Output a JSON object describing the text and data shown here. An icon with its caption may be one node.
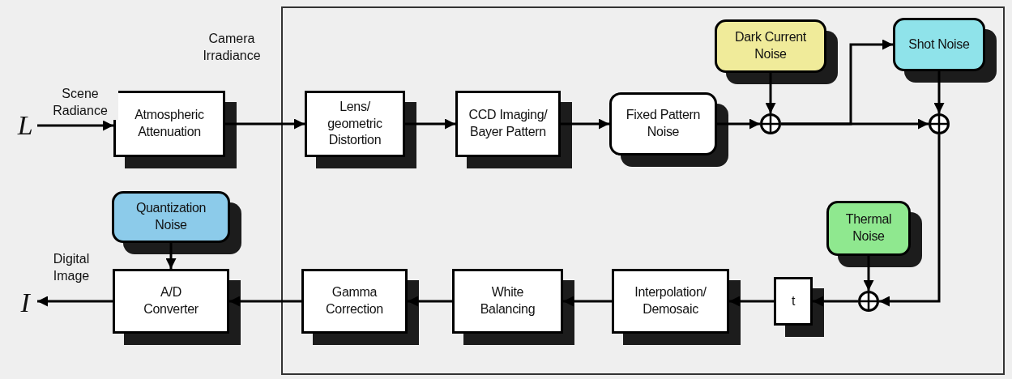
{
  "diagram": {
    "nodes": [
      {
        "text": [
          "L"
        ]
      },
      {
        "text": [
          "Atmospheric Attenuation"
        ]
      },
      {
        "text": [],
        "shape": "box"
      },
      {
        "text": [
          "Lens/ geometric Distortion"
        ],
        "in": 2
      },
      {
        "text": [
          "CCD Imaging/ Bayer Pattern"
        ],
        "in": 2
      },
      {
        "text": [
          "Fixed Pattern Noise"
        ],
        "in": 2
      },
      {
        "text": [
          "Dark Current Noise"
        ],
        "in": 2
      },
      {
        "text": [],
        "shape": "circle",
        "in": 2
      },
      {
        "text": [
          "Shot Noise"
        ],
        "in": 2
      },
      {
        "text": [],
        "shape": "circle",
        "in": 2
      },
      {
        "text": [
          "Thermal Noise"
        ],
        "in": 2
      },
      {
        "text": [],
        "shape": "circle",
        "in": 2
      },
      {
        "text": [
          "t"
        ],
        "in": 2
      },
      {
        "text": [
          "Interpolation/ Demosaic"
        ],
        "in": 2
      },
      {
        "text": [
          "White Balancing"
        ],
        "in": 2
      },
      {
        "text": [
          "Gamma Correction"
        ],
        "in": 2
      },
      {
        "text": [
          "Quantization Noise"
        ]
      },
      {
        "text": [
          "A/D Converter"
        ]
      },
      {
        "text": [
          "I"
        ]
      }
    ],
    "edges": [
      {
        "from": 0,
        "to": 1,
        "arrow": "to",
        "label": "Scene Radiance"
      },
      {
        "from": 1,
        "to": 3,
        "arrow": "to"
      },
      {
        "from": 3,
        "to": 4,
        "arrow": "to"
      },
      {
        "from": 4,
        "to": 5,
        "arrow": "to"
      },
      {
        "from": 5,
        "to": 7,
        "arrow": "to"
      },
      {
        "from": 6,
        "to": 7,
        "arrow": "to"
      },
      {
        "from": 7,
        "to": 9,
        "arrow": "to"
      },
      {
        "from": 7,
        "to": 8,
        "arrow": "to"
      },
      {
        "from": 8,
        "to": 9,
        "arrow": "to"
      },
      {
        "from": 9,
        "to": 11,
        "arrow": "to"
      },
      {
        "from": 10,
        "to": 11,
        "arrow": "to"
      },
      {
        "from": 11,
        "to": 12,
        "arrow": "to"
      },
      {
        "from": 12,
        "to": 13,
        "arrow": "to"
      },
      {
        "from": 13,
        "to": 14,
        "arrow": "to"
      },
      {
        "from": 14,
        "to": 15,
        "arrow": "to"
      },
      {
        "from": 15,
        "to": 17,
        "arrow": "to"
      },
      {
        "from": 16,
        "to": 17,
        "arrow": "to"
      },
      {
        "from": 17,
        "to": 18,
        "arrow": "to"
      }
    ],
    "labels": [
      "Camera Irradiance",
      "Digital Image"
    ]
  }
}
